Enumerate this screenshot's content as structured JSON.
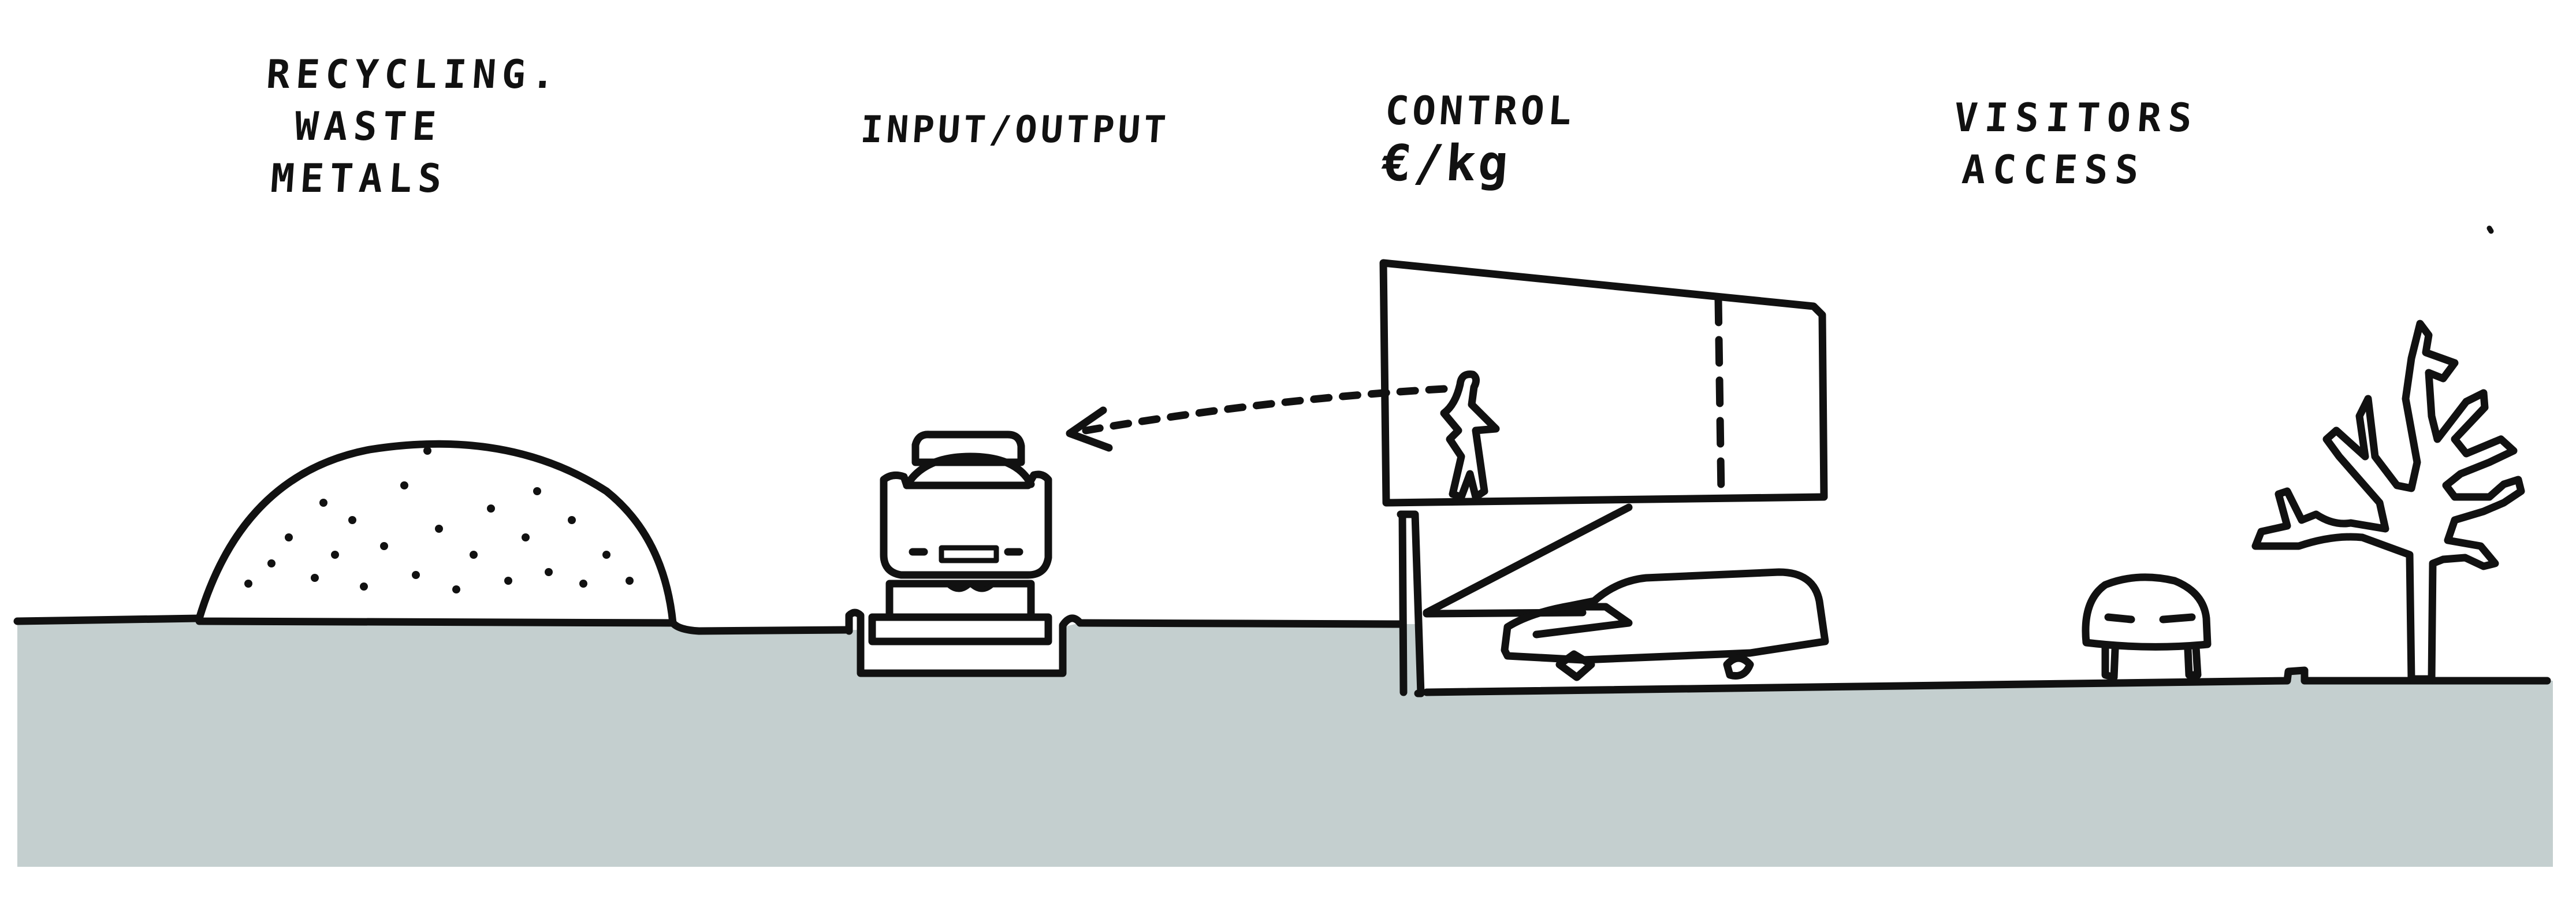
{
  "labels": {
    "recycling": [
      "RECYCLING.",
      "WASTE",
      "METALS"
    ],
    "input_output": "INPUT/OUTPUT",
    "control": [
      "CONTROL",
      "€/kg"
    ],
    "visitors": [
      "VISITORS",
      "ACCESS"
    ]
  },
  "colors": {
    "ground": "#c4cfcf",
    "glass": "#b3eff2",
    "tree": "#c9cccb",
    "ink": "#111111",
    "background": "#ffffff"
  },
  "icons": [
    "scrap-heap-icon",
    "truck-on-scale-icon",
    "control-room-icon",
    "person-icon",
    "van-icon",
    "car-icon",
    "tree-icon"
  ]
}
